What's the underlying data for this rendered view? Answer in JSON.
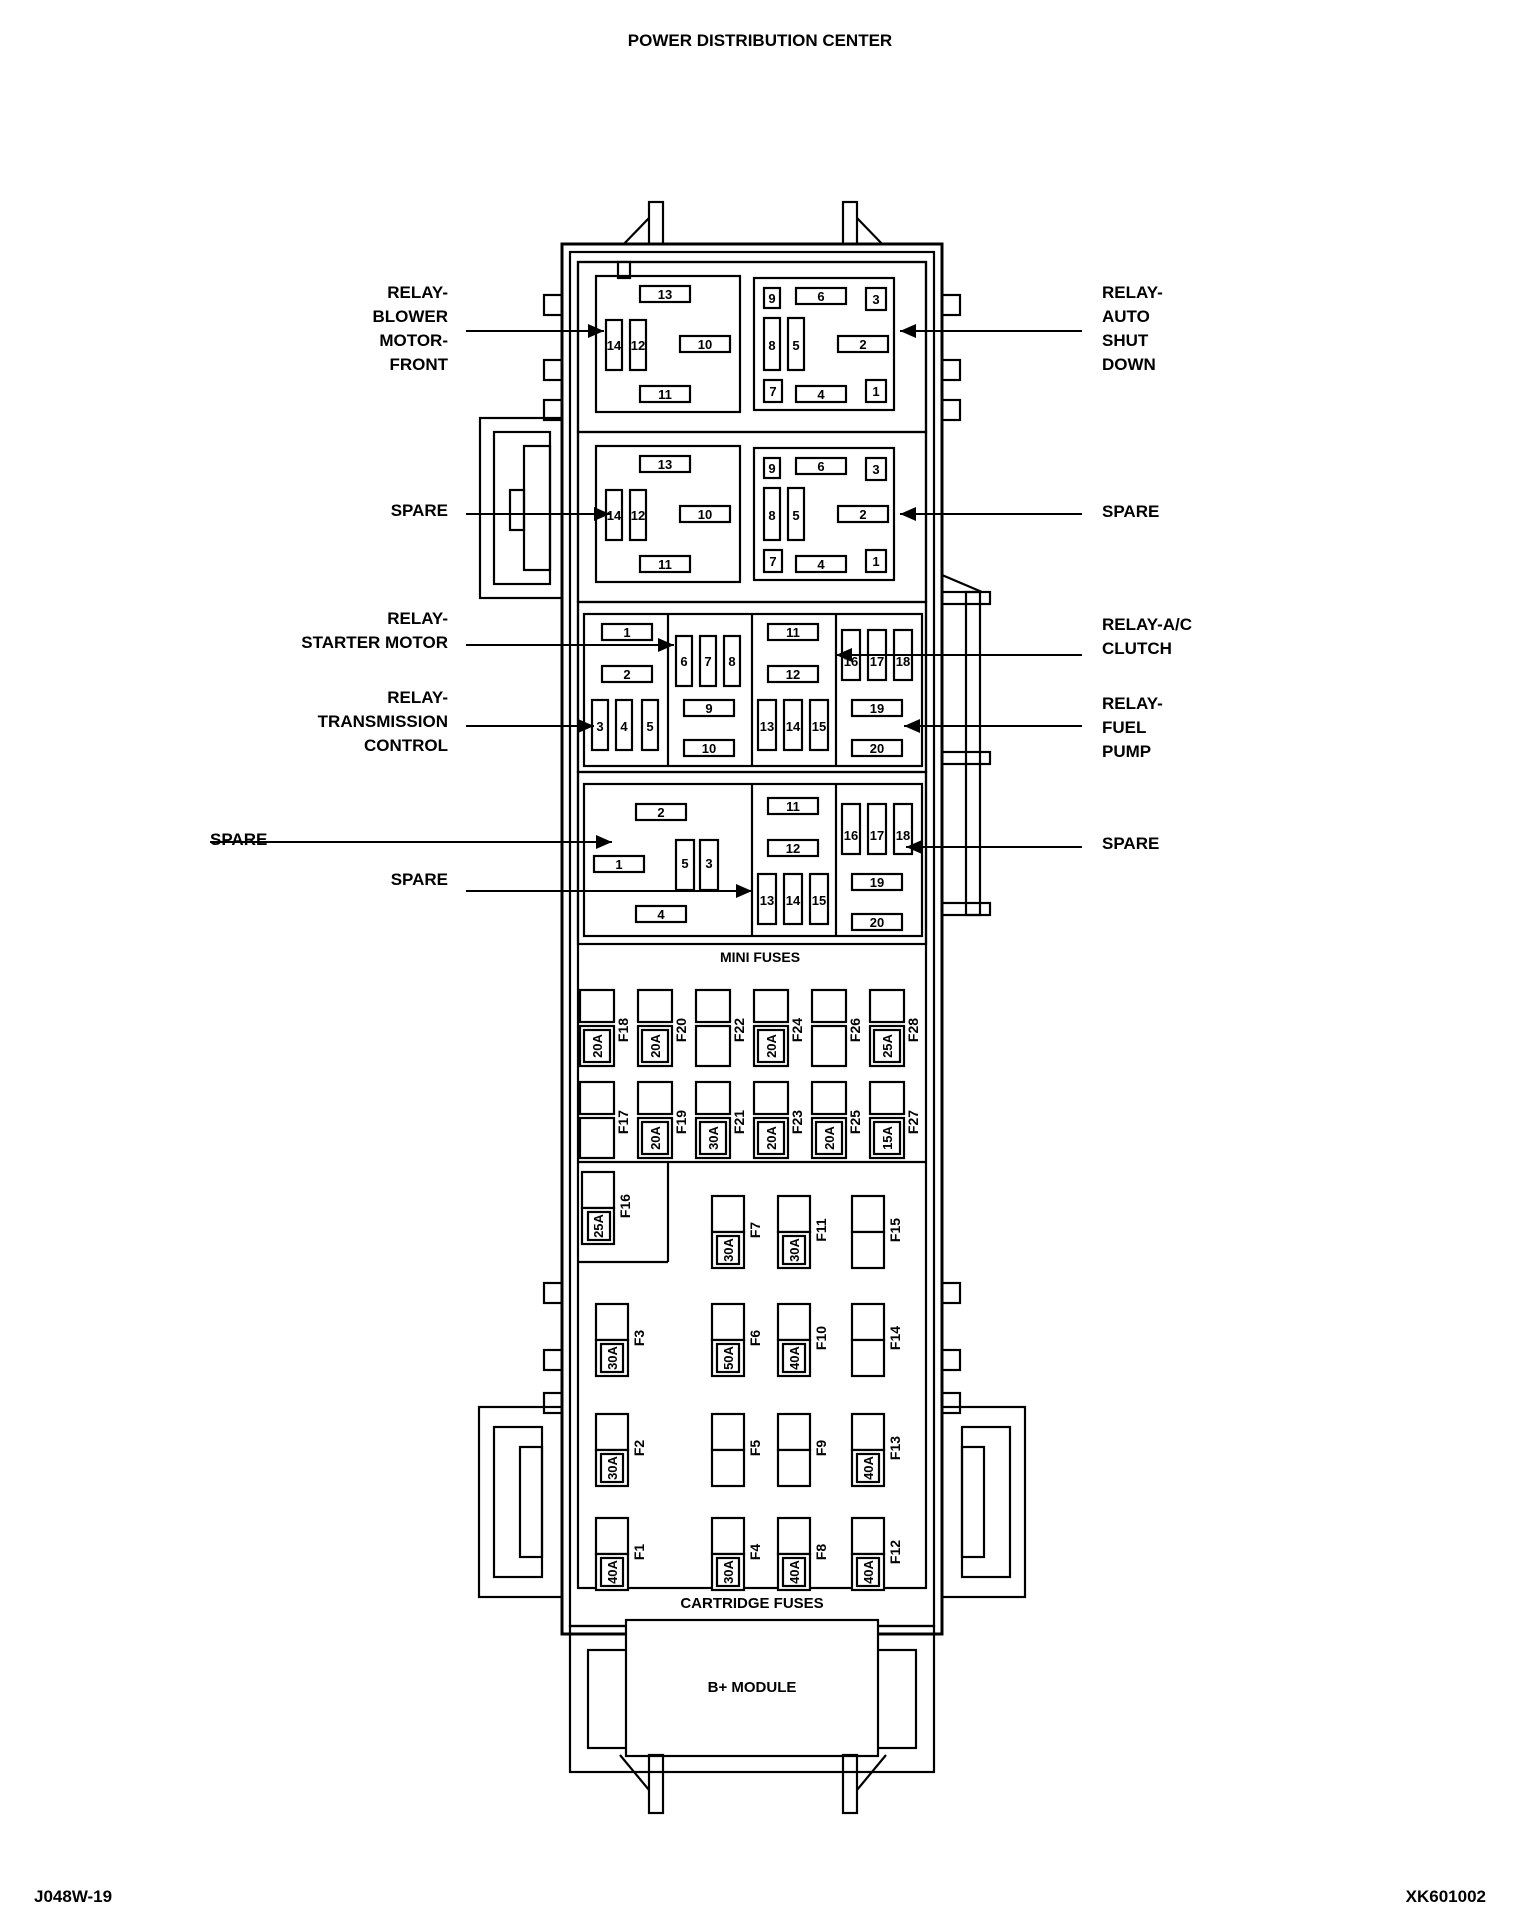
{
  "title": "POWER DISTRIBUTION CENTER",
  "footer": {
    "left": "J048W-19",
    "right": "XK601002"
  },
  "callouts": {
    "blower": [
      "RELAY-",
      "BLOWER",
      "MOTOR-",
      "FRONT"
    ],
    "asd": [
      "RELAY-",
      "AUTO",
      "SHUT",
      "DOWN"
    ],
    "spare_left_2": [
      "SPARE"
    ],
    "spare_right_2": [
      "SPARE"
    ],
    "starter": [
      "RELAY-",
      "STARTER MOTOR"
    ],
    "ac": [
      "RELAY-A/C",
      "CLUTCH"
    ],
    "trans": [
      "RELAY-",
      "TRANSMISSION",
      "CONTROL"
    ],
    "fuel": [
      "RELAY-",
      "FUEL",
      "PUMP"
    ],
    "spare_left_4a": [
      "SPARE"
    ],
    "spare_left_4b": [
      "SPARE"
    ],
    "spare_right_4": [
      "SPARE"
    ]
  },
  "section_labels": {
    "mini": "MINI FUSES",
    "cartridge": "CARTRIDGE FUSES",
    "bplus": "B+ MODULE"
  },
  "relay_pins": {
    "big_a": {
      "p13": "13",
      "p14": "14",
      "p12": "12",
      "p10": "10",
      "p11": "11"
    },
    "small_a": {
      "p9": "9",
      "p6": "6",
      "p3": "3",
      "p8": "8",
      "p5": "5",
      "p2": "2",
      "p7": "7",
      "p4": "4",
      "p1": "1"
    },
    "r3_left": {
      "p1": "1",
      "p2": "2",
      "p3": "3",
      "p4": "4",
      "p5": "5",
      "p6": "6",
      "p7": "7",
      "p8": "8",
      "p9": "9",
      "p10": "10"
    },
    "r_right": {
      "p11": "11",
      "p12": "12",
      "p13": "13",
      "p14": "14",
      "p15": "15",
      "p16": "16",
      "p17": "17",
      "p18": "18",
      "p19": "19",
      "p20": "20"
    },
    "r4_left": {
      "p1": "1",
      "p2": "2",
      "p3": "3",
      "p4": "4",
      "p5": "5"
    }
  },
  "mini_fuses_top": [
    {
      "name": "F18",
      "rating": "20A"
    },
    {
      "name": "F20",
      "rating": "20A"
    },
    {
      "name": "F22",
      "rating": ""
    },
    {
      "name": "F24",
      "rating": "20A"
    },
    {
      "name": "F26",
      "rating": ""
    },
    {
      "name": "F28",
      "rating": "25A"
    }
  ],
  "mini_fuses_bottom": [
    {
      "name": "F17",
      "rating": ""
    },
    {
      "name": "F19",
      "rating": "20A"
    },
    {
      "name": "F21",
      "rating": "30A"
    },
    {
      "name": "F23",
      "rating": "20A"
    },
    {
      "name": "F25",
      "rating": "20A"
    },
    {
      "name": "F27",
      "rating": "15A"
    }
  ],
  "f16": {
    "name": "F16",
    "rating": "25A"
  },
  "cartridge_fuses": [
    {
      "name": "F7",
      "rating": "30A"
    },
    {
      "name": "F11",
      "rating": "30A"
    },
    {
      "name": "F15",
      "rating": ""
    },
    {
      "name": "F3",
      "rating": "30A"
    },
    {
      "name": "F6",
      "rating": "50A"
    },
    {
      "name": "F10",
      "rating": "40A"
    },
    {
      "name": "F14",
      "rating": ""
    },
    {
      "name": "F2",
      "rating": "30A"
    },
    {
      "name": "F5",
      "rating": ""
    },
    {
      "name": "F9",
      "rating": ""
    },
    {
      "name": "F13",
      "rating": "40A"
    },
    {
      "name": "F1",
      "rating": "40A"
    },
    {
      "name": "F4",
      "rating": "30A"
    },
    {
      "name": "F8",
      "rating": "40A"
    },
    {
      "name": "F12",
      "rating": "40A"
    }
  ]
}
